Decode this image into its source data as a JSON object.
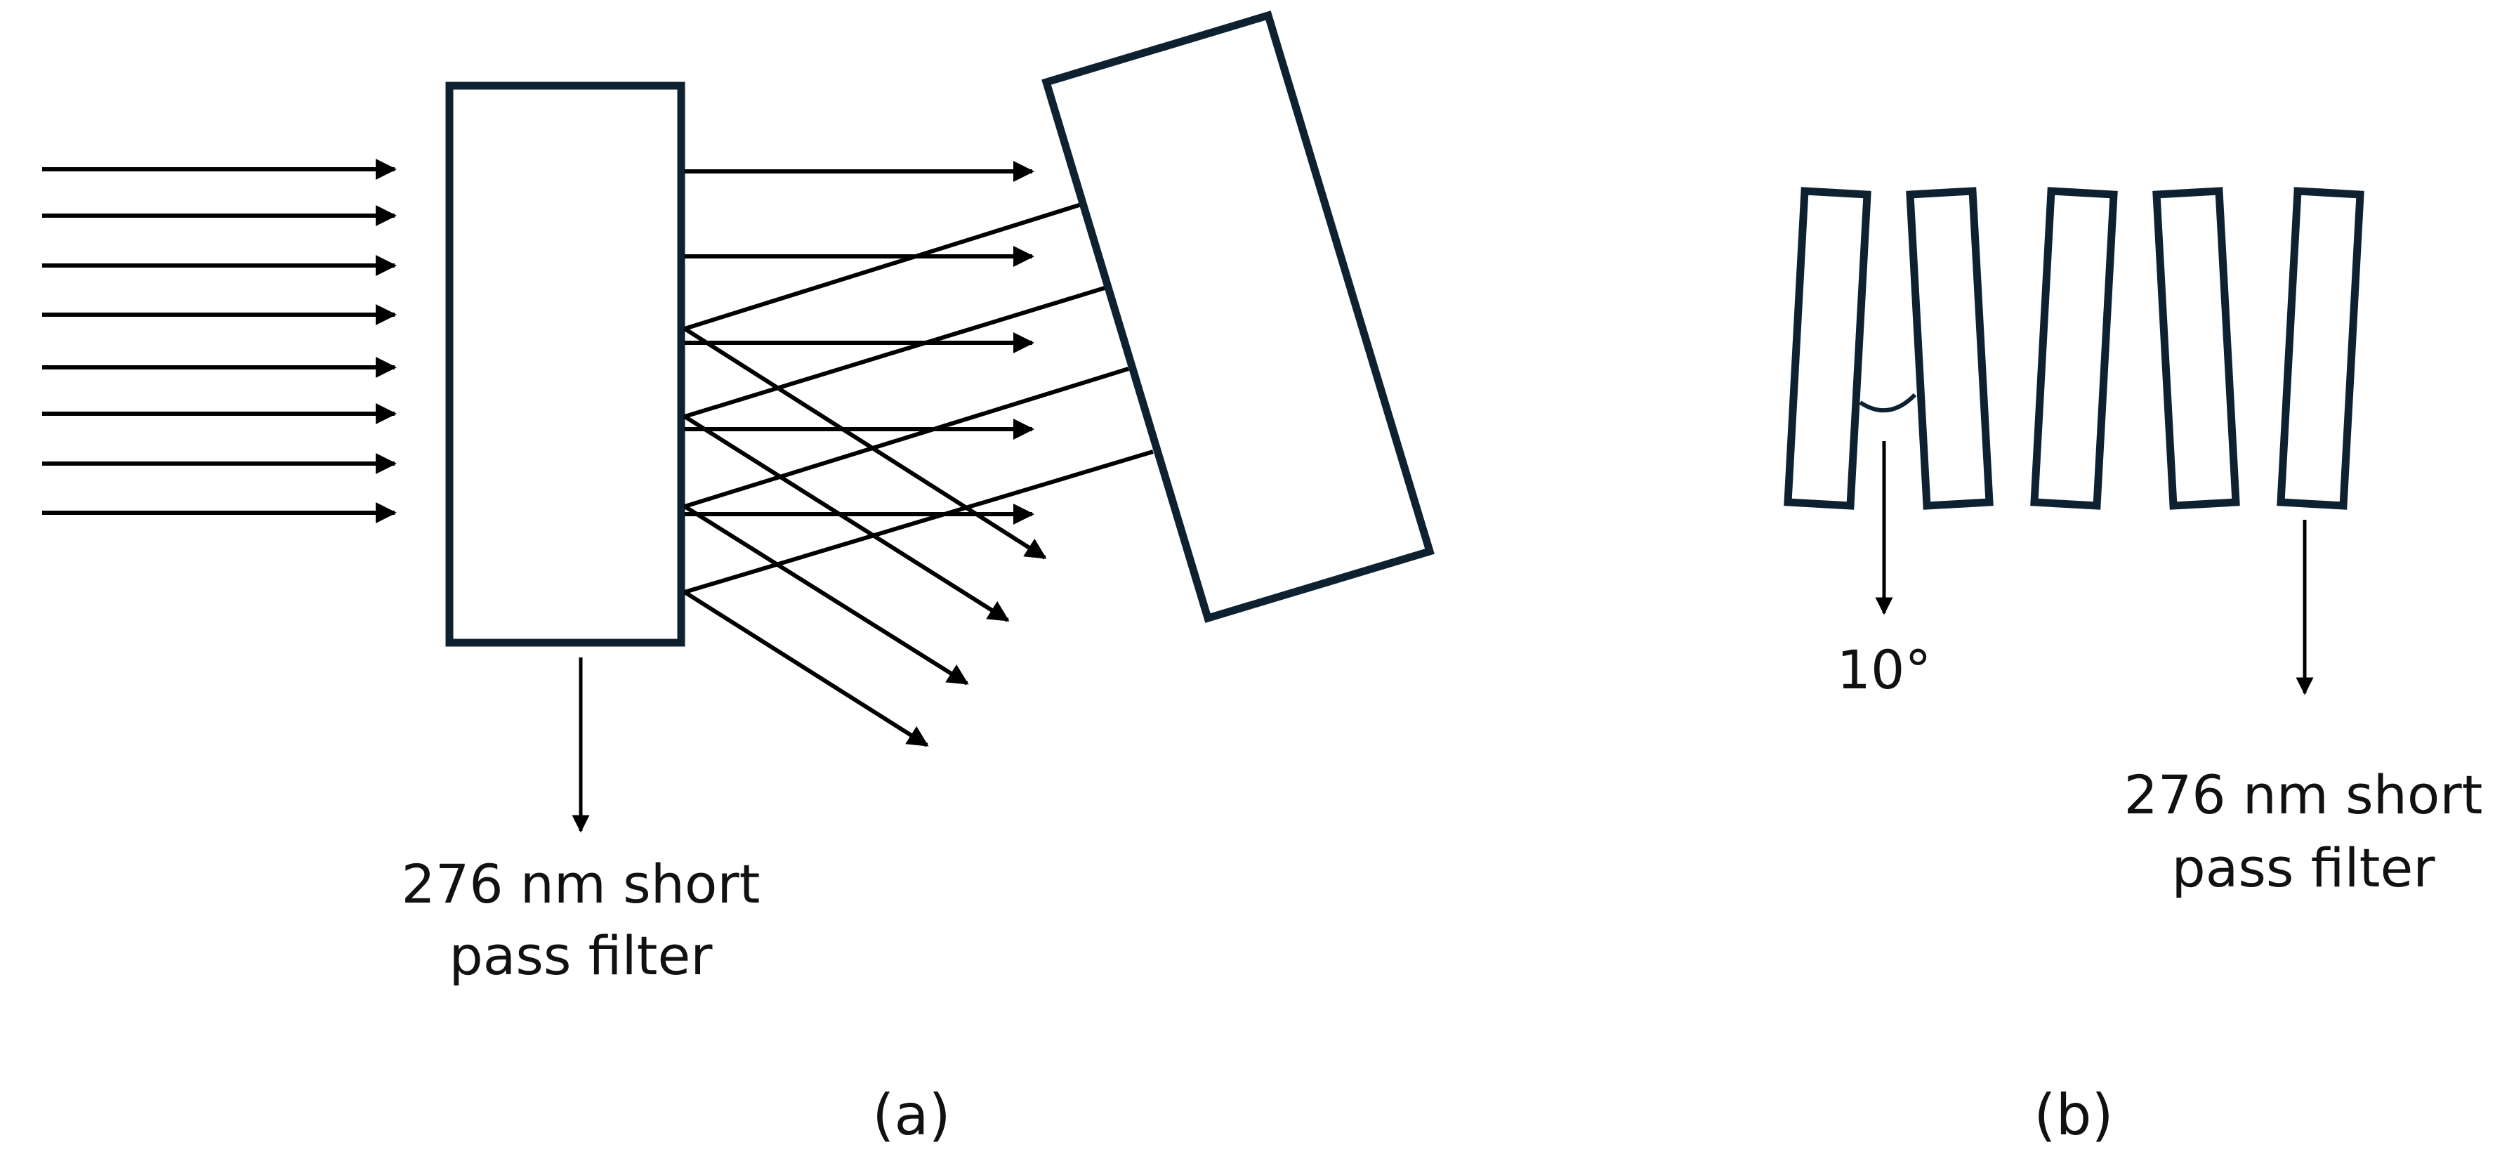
{
  "panel_a": {
    "caption": "(a)",
    "filter_label_line1": "276 nm short",
    "filter_label_line2": "pass filter",
    "incident_ray_count": 8,
    "transmitted_ray_count": 5,
    "reflected_ray_count": 4,
    "deflected_ray_count": 4
  },
  "panel_b": {
    "caption": "(b)",
    "angle_label": "10°",
    "tilt_angle_deg": 10,
    "filter_count": 5,
    "filter_label_line1": "276 nm short",
    "filter_label_line2": "pass filter"
  },
  "colors": {
    "filter_outline": "#0d2130",
    "ray": "#000000",
    "text": "#111111",
    "background": "#ffffff"
  }
}
